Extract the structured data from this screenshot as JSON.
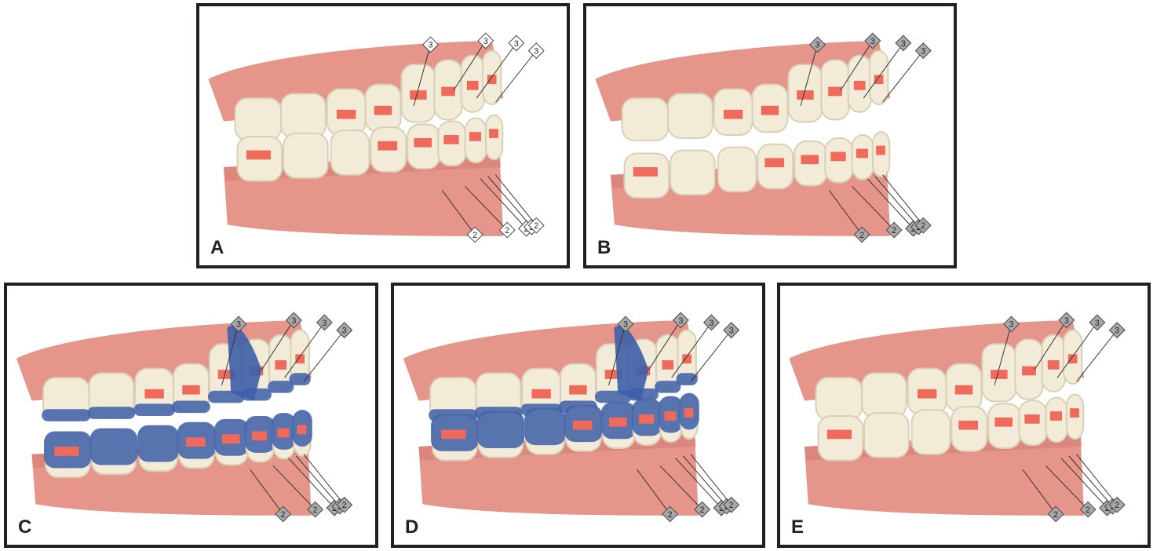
{
  "colors": {
    "gum": "#e6958a",
    "gum_dark": "#cf7a70",
    "tooth": "#f2ebd8",
    "tooth_shade": "#d9cfb6",
    "attachment": "#f06a5c",
    "aligner": "#3d5fa8",
    "border": "#231f20",
    "badge_light": "#ffffff",
    "badge_dark": "#a9a9a9"
  },
  "badges": {
    "upper": "3",
    "lower": "2"
  },
  "panels": [
    {
      "id": "A",
      "label": "A",
      "badge_style": "light",
      "aligner_upper": false,
      "aligner_lower": false,
      "open_bite": false
    },
    {
      "id": "B",
      "label": "B",
      "badge_style": "dark",
      "aligner_upper": false,
      "aligner_lower": false,
      "open_bite": true
    },
    {
      "id": "C",
      "label": "C",
      "badge_style": "dark",
      "aligner_upper": true,
      "aligner_lower": true,
      "open_bite": true
    },
    {
      "id": "D",
      "label": "D",
      "badge_style": "dark",
      "aligner_upper": true,
      "aligner_lower": true,
      "open_bite": false
    },
    {
      "id": "E",
      "label": "E",
      "badge_style": "dark",
      "aligner_upper": false,
      "aligner_lower": false,
      "open_bite": false
    }
  ]
}
